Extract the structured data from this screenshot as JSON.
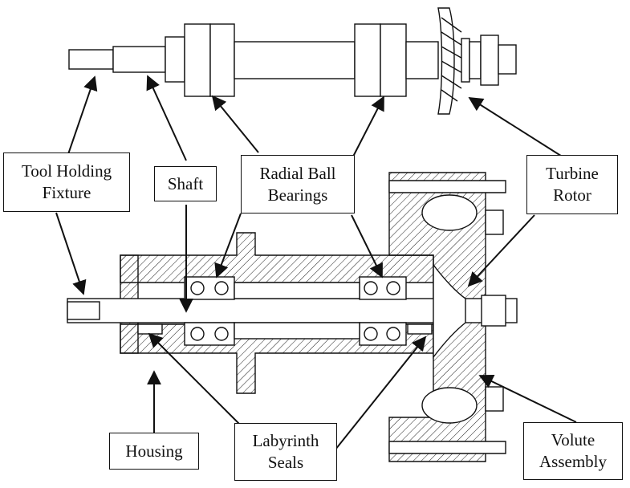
{
  "labels": {
    "tool_holding_fixture": [
      "Tool Holding",
      "Fixture"
    ],
    "shaft": [
      "Shaft"
    ],
    "radial_ball_bearings": [
      "Radial Ball",
      "Bearings"
    ],
    "turbine_rotor": [
      "Turbine",
      "Rotor"
    ],
    "housing": [
      "Housing"
    ],
    "labyrinth_seals": [
      "Labyrinth",
      "Seals"
    ],
    "volute_assembly": [
      "Volute",
      "Assembly"
    ]
  }
}
